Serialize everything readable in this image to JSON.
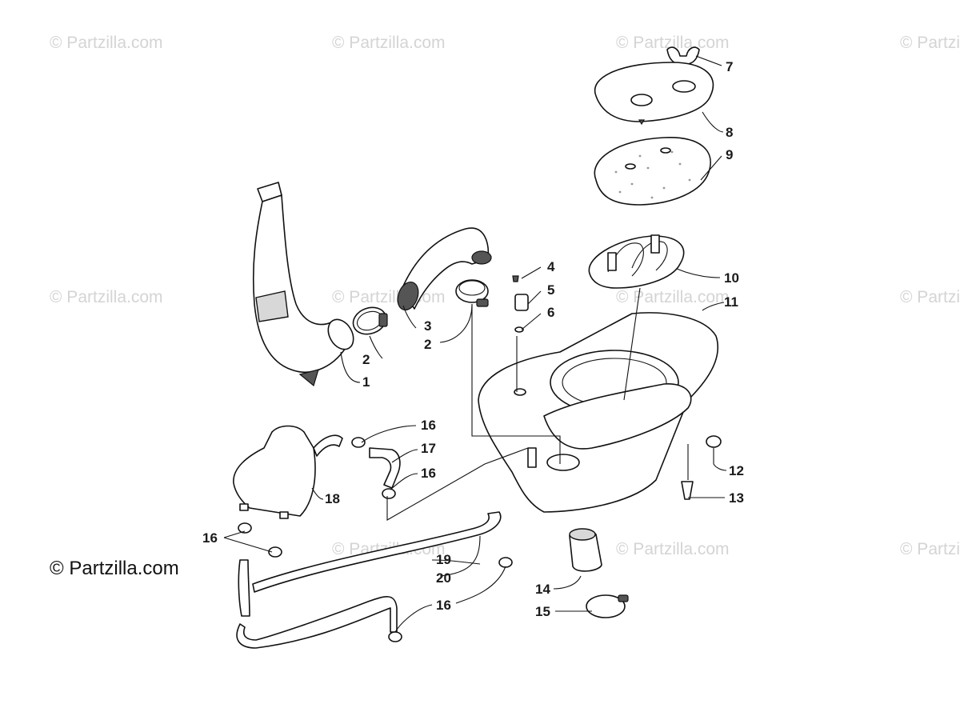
{
  "watermark": {
    "text": "© Partzilla.com"
  },
  "brand": {
    "text": "© Partzilla.com"
  },
  "callouts": [
    "1",
    "2",
    "3",
    "2",
    "4",
    "5",
    "6",
    "7",
    "8",
    "9",
    "10",
    "11",
    "12",
    "13",
    "14",
    "15",
    "16",
    "17",
    "16",
    "18",
    "16",
    "19",
    "20",
    "16"
  ]
}
